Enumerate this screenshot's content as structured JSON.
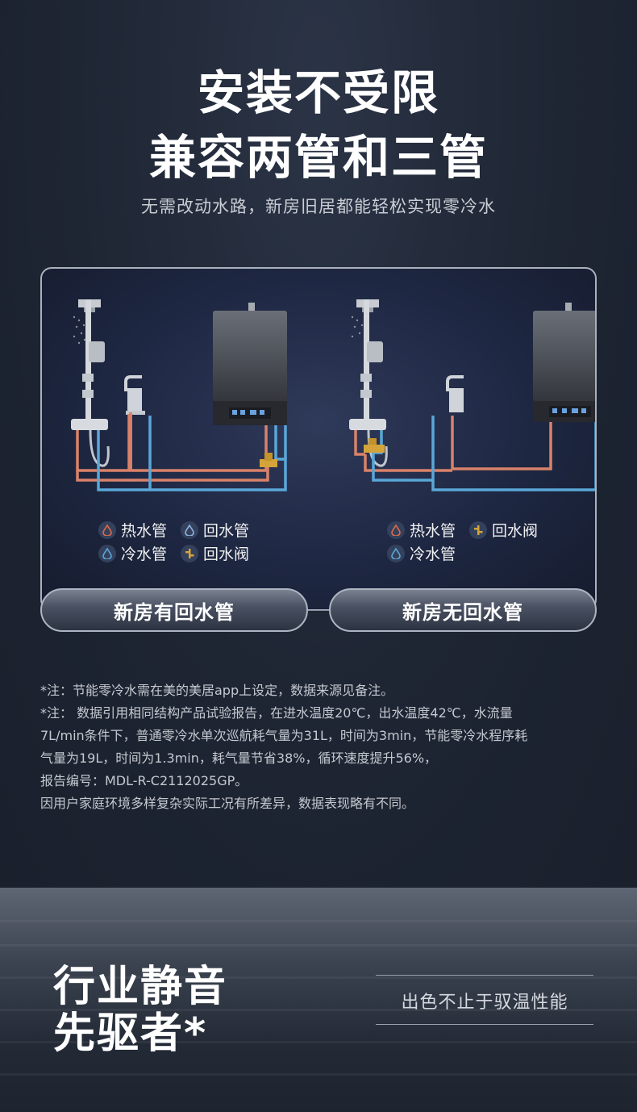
{
  "headline": {
    "line1": "安装不受限",
    "line2": "兼容两管和三管"
  },
  "subtitle": "无需改动水路，新房旧居都能轻松实现零冷水",
  "legend_left": {
    "hot_pipe": "热水管",
    "return_pipe": "回水管",
    "cold_pipe": "冷水管",
    "return_valve": "回水阀"
  },
  "legend_right": {
    "hot_pipe": "热水管",
    "return_valve": "回水阀",
    "cold_pipe": "冷水管"
  },
  "buttons": {
    "with_return": "新房有回水管",
    "without_return": "新房无回水管"
  },
  "notes": [
    "*注：节能零冷水需在美的美居app上设定，数据来源见备注。",
    "*注：  数据引用相同结构产品试验报告，在进水温度20℃，出水温度42℃，水流量",
    " 7L/min条件下，普通零冷水单次巡航耗气量为31L，时间为3min，节能零冷水程序耗",
    " 气量为19L，时间为1.3min，耗气量节省38%，循环速度提升56%，",
    " 报告编号：MDL-R-C2112025GP。",
    " 因用户家庭环境多样复杂实际工况有所差异，数据表现略有不同。"
  ],
  "bottom": {
    "title_line1": "行业静音",
    "title_line2": "先驱者*",
    "subtitle": "出色不止于驭温性能"
  },
  "colors": {
    "hot_pipe": "#d9826a",
    "cold_pipe": "#5aa7d8",
    "valve": "#d4a43a",
    "background": "#1e2533"
  }
}
